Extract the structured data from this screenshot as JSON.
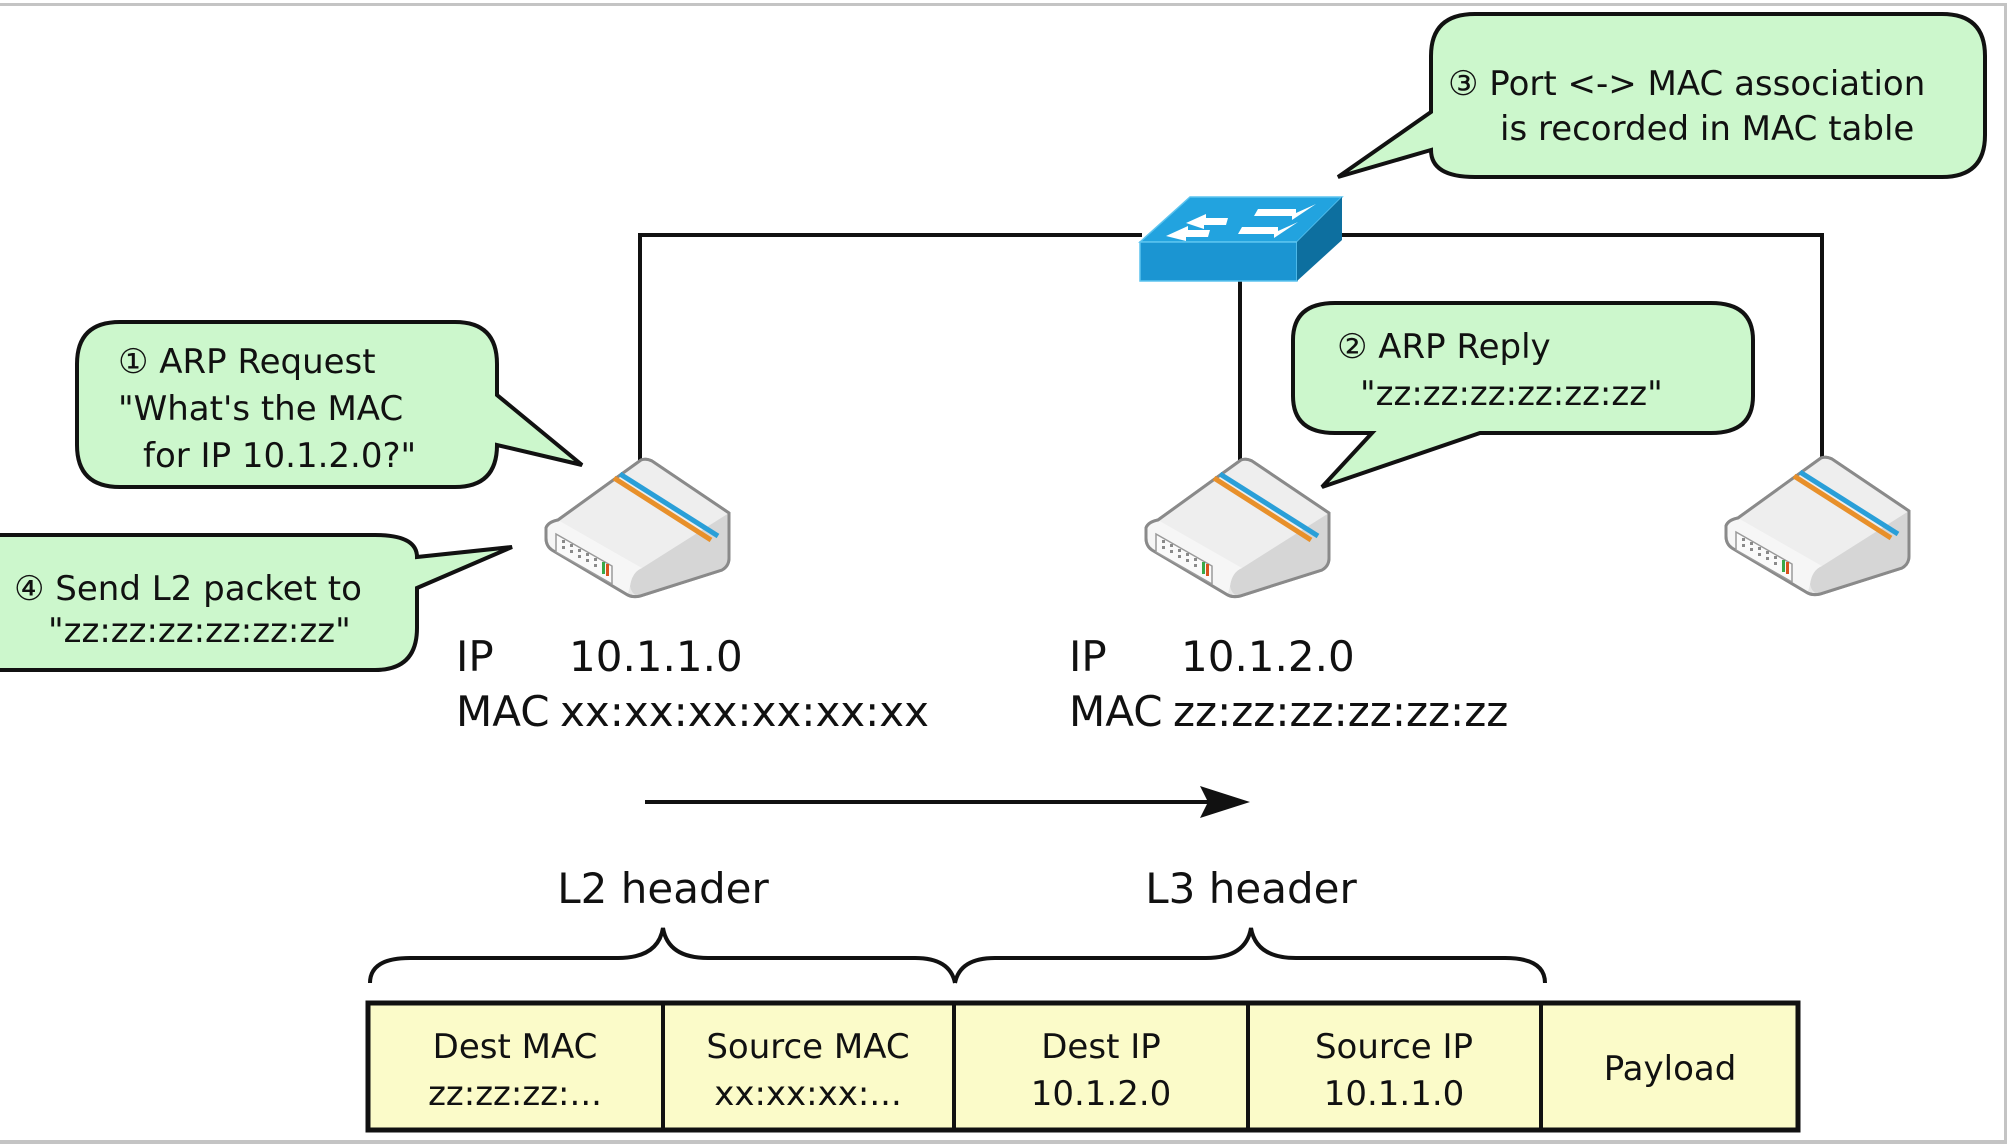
{
  "colors": {
    "bubble_fill": "#ccf7cc",
    "cell_fill": "#fbfbc9",
    "switch_top": "#22a3df",
    "switch_front": "#1b95d2",
    "switch_side": "#0d6f9f",
    "router_stripe_blue": "#2a9fd8",
    "router_stripe_orange": "#e8902a",
    "line": "#111111"
  },
  "bubbles": {
    "arp_request": {
      "lines": [
        "① ARP Request",
        "\"What's the MAC",
        " for IP 10.1.2.0?\""
      ]
    },
    "arp_reply": {
      "lines": [
        "② ARP Reply",
        "\"zz:zz:zz:zz:zz:zz\""
      ]
    },
    "mac_table": {
      "lines": [
        "③ Port <-> MAC association",
        "is recorded in MAC table"
      ]
    },
    "send_packet": {
      "lines": [
        "④ Send L2 packet to",
        "\"zz:zz:zz:zz:zz:zz\""
      ]
    }
  },
  "devices": {
    "switch": {
      "icon": "network-switch-icon"
    },
    "hosts": [
      {
        "icon": "router-icon",
        "ip_label": "IP",
        "ip": "10.1.1.0",
        "mac_label": "MAC",
        "mac": "xx:xx:xx:xx:xx:xx"
      },
      {
        "icon": "router-icon",
        "ip_label": "IP",
        "ip": "10.1.2.0",
        "mac_label": "MAC",
        "mac": "zz:zz:zz:zz:zz:zz"
      },
      {
        "icon": "router-icon"
      }
    ]
  },
  "packet": {
    "header_labels": [
      "L2 header",
      "L3 header"
    ],
    "cells": [
      {
        "title": "Dest MAC",
        "value": "zz:zz:zz:..."
      },
      {
        "title": "Source MAC",
        "value": "xx:xx:xx:..."
      },
      {
        "title": "Dest IP",
        "value": "10.1.2.0"
      },
      {
        "title": "Source IP",
        "value": "10.1.1.0"
      },
      {
        "title": "Payload",
        "value": ""
      }
    ]
  }
}
